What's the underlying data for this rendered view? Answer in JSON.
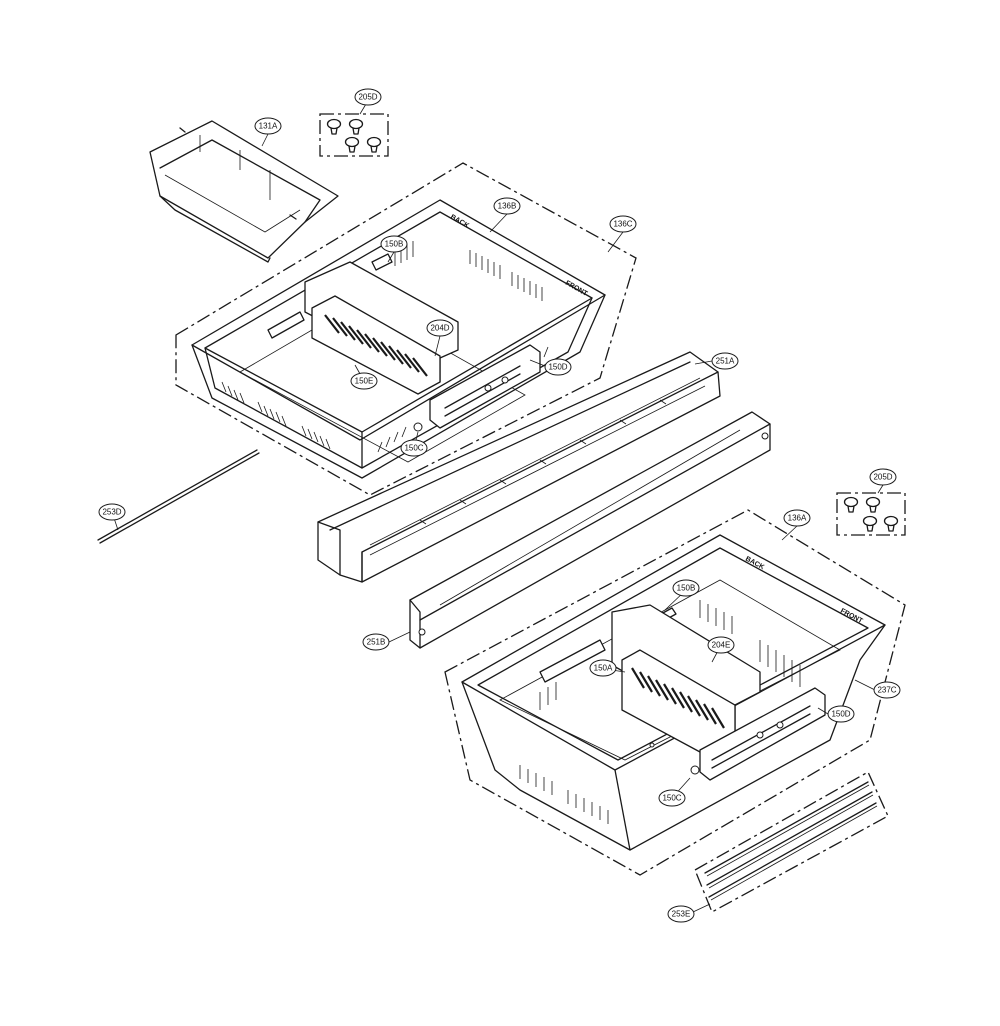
{
  "diagram": {
    "part_labels": {
      "p131A": "131A",
      "p205D_top": "205D",
      "p136B": "136B",
      "p136C": "136C",
      "p150B_top": "150B",
      "p204D": "204D",
      "p150E": "150E",
      "p150D_top": "150D",
      "p150C_top": "150C",
      "p251A": "251A",
      "p253D": "253D",
      "p205D_right": "205D",
      "p136A": "136A",
      "p251B": "251B",
      "p150B_bottom": "150B",
      "p204E": "204E",
      "p150A": "150A",
      "p237C": "237C",
      "p150D_bottom": "150D",
      "p150C_bottom": "150C",
      "p253E": "253E"
    },
    "embossed_text": {
      "back_top": "BACK",
      "front_top": "FRONT",
      "back_bottom": "BACK",
      "front_bottom": "FRONT"
    }
  }
}
